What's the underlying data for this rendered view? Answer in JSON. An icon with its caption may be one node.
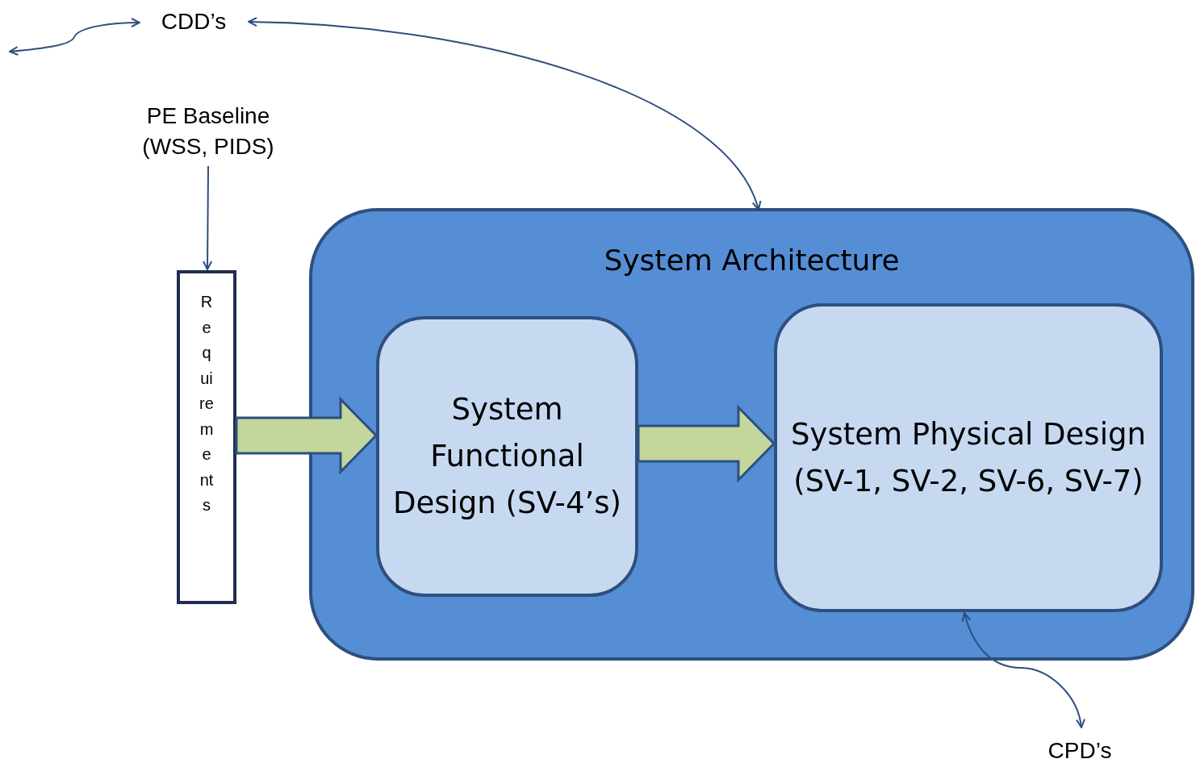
{
  "diagram": {
    "nodes": [
      {
        "text": [
          "CDD’s"
        ]
      },
      {
        "text": [
          "PE Baseline (WSS, PIDS)"
        ]
      },
      {
        "text": [
          "Requirements"
        ]
      },
      {
        "text": [
          "System Architecture"
        ]
      },
      {
        "text": [
          "System Functional Design (SV-4’s)"
        ],
        "in": 3
      },
      {
        "text": [
          "System Physical Design (SV-1, SV-2, SV-6, SV-7)"
        ],
        "in": 3
      },
      {
        "text": [
          "CPD’s"
        ]
      }
    ],
    "edges": [
      {
        "from": null,
        "to": 0,
        "arrow": "both"
      },
      {
        "from": 0,
        "to": 3,
        "arrow": "both"
      },
      {
        "from": 1,
        "to": 2,
        "arrow": "to"
      },
      {
        "from": 2,
        "to": 4,
        "arrow": "to",
        "style": "thick",
        "color": "#c3d69b"
      },
      {
        "from": 4,
        "to": 5,
        "arrow": "to",
        "style": "thick",
        "color": "#c3d69b"
      },
      {
        "from": 5,
        "to": 6,
        "arrow": "both"
      }
    ]
  }
}
